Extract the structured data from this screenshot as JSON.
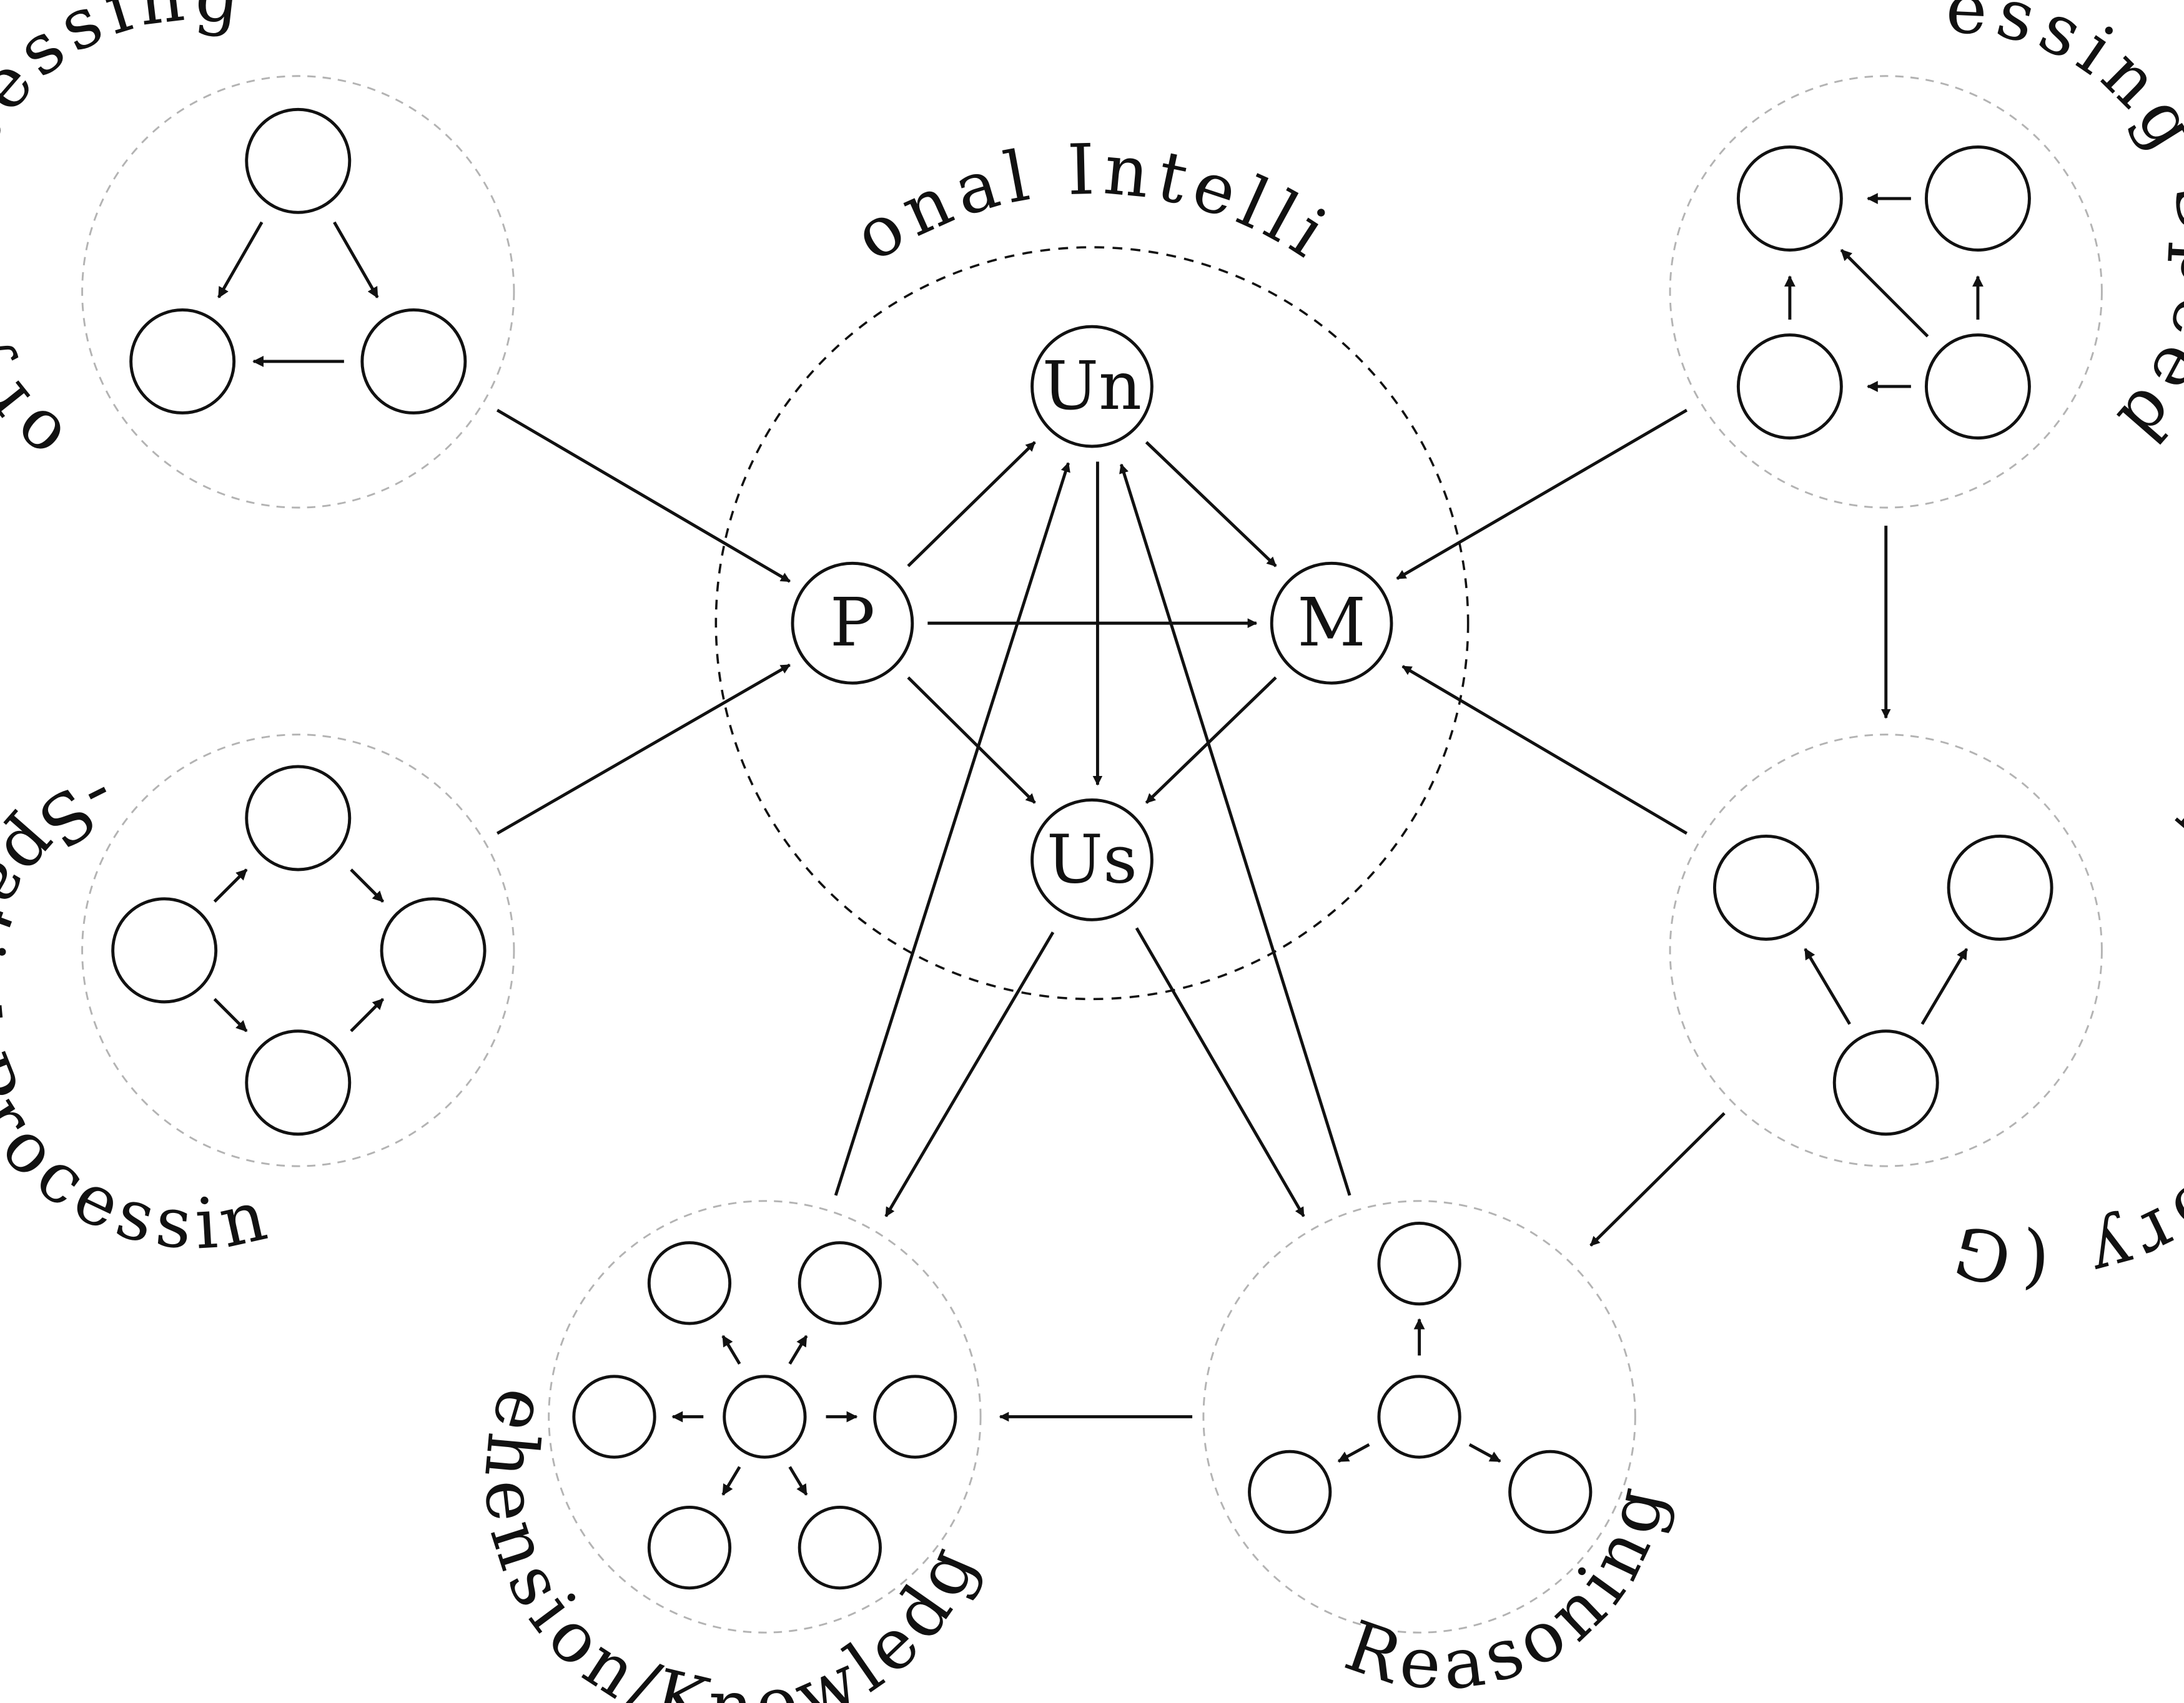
{
  "emotional_intelligence": {
    "label": "Emotional Intelligence",
    "nodes": {
      "P": "P",
      "M": "M",
      "Un": "Un",
      "Us": "Us"
    }
  },
  "clusters": {
    "ga": "Auditory Processing (Ga)",
    "gs": "Processing Speed (Gs)",
    "gv": "Visual-Spatial Processing (Gv)",
    "gwm": "Working Memory (Gwm)",
    "gc": "Comprehension/Knowledge (Gc)",
    "gf": "Fluid Reasoning (Gf)"
  },
  "colors": {
    "stroke": "#111111",
    "cluster_boundary": "#b3b3b3",
    "background": "#ffffff"
  }
}
